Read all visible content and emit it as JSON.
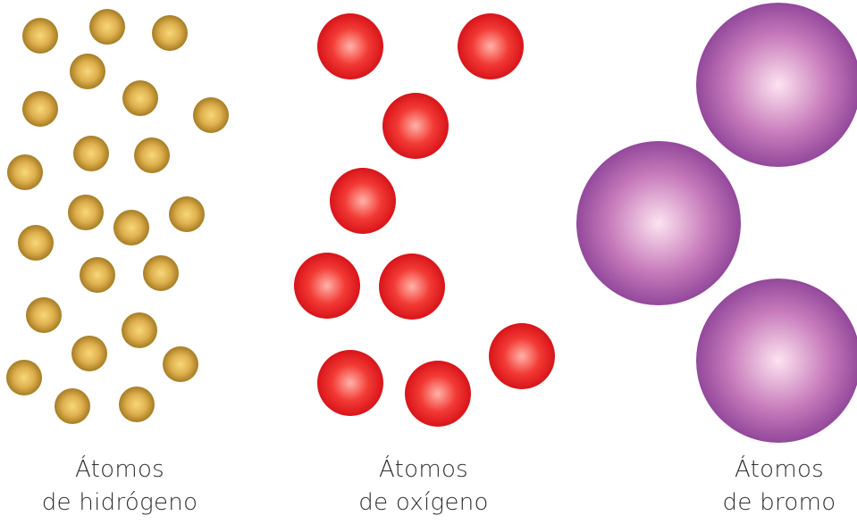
{
  "groups": [
    {
      "id": "hydrogen",
      "caption_line1": "Átomos",
      "caption_line2": "de hidrógeno",
      "colors": {
        "center": "#f7d87a",
        "mid": "#dfb04e",
        "edge": "#a67c23"
      }
    },
    {
      "id": "oxygen",
      "caption_line1": "Átomos",
      "caption_line2": "de oxígeno",
      "colors": {
        "center": "#ffb3a8",
        "mid": "#f23a34",
        "edge": "#d8141a"
      }
    },
    {
      "id": "bromine",
      "caption_line1": "Átomos",
      "caption_line2": "de bromo",
      "colors": {
        "center": "#fde3f0",
        "mid": "#c77bbb",
        "edge": "#93489b"
      }
    }
  ]
}
